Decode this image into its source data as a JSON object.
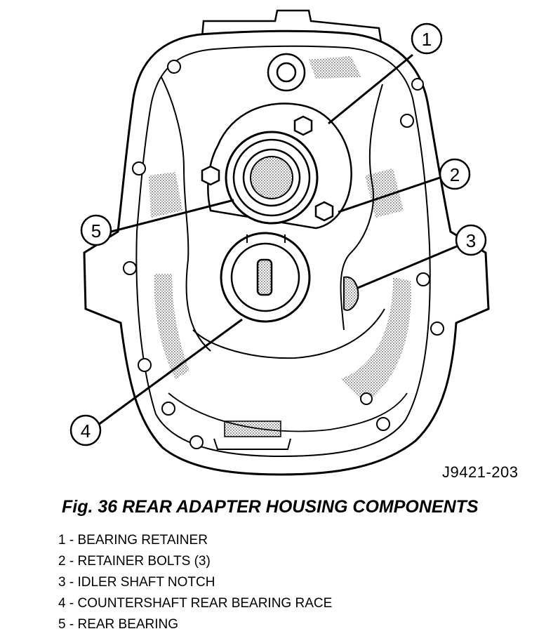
{
  "figure": {
    "code": "J9421-203",
    "caption": "Fig. 36 REAR ADAPTER HOUSING COMPONENTS",
    "callouts": [
      "1",
      "2",
      "3",
      "4",
      "5"
    ]
  },
  "legend": [
    {
      "num": "1",
      "label": "BEARING RETAINER"
    },
    {
      "num": "2",
      "label": "RETAINER BOLTS (3)"
    },
    {
      "num": "3",
      "label": "IDLER SHAFT NOTCH"
    },
    {
      "num": "4",
      "label": "COUNTERSHAFT REAR BEARING RACE"
    },
    {
      "num": "5",
      "label": "REAR BEARING"
    }
  ]
}
